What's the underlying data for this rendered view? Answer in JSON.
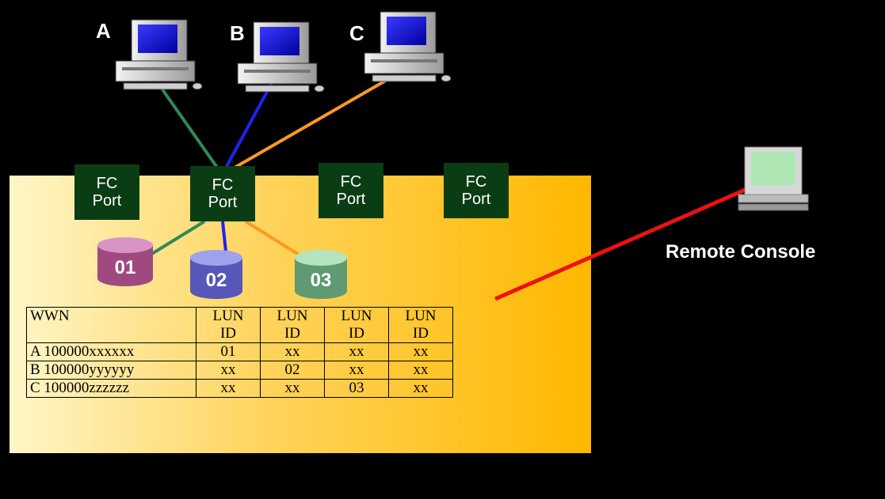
{
  "hosts": [
    {
      "label": "A",
      "color": "#2e8b57"
    },
    {
      "label": "B",
      "color": "#2222ee"
    },
    {
      "label": "C",
      "color": "#ff9922"
    }
  ],
  "fc_port": {
    "line1": "FC",
    "line2": "Port"
  },
  "luns": [
    {
      "label": "01",
      "color": "#a04880"
    },
    {
      "label": "02",
      "color": "#5558b8"
    },
    {
      "label": "03",
      "color": "#5f9a72"
    }
  ],
  "console": {
    "label": "Remote Console",
    "link_color": "#ee1111"
  },
  "table": {
    "headers": [
      "WWN",
      "LUN ID",
      "LUN ID",
      "LUN ID",
      "LUN ID"
    ],
    "header_parts": [
      [
        "WWN",
        ""
      ],
      [
        "LUN",
        "ID"
      ],
      [
        "LUN",
        "ID"
      ],
      [
        "LUN",
        "ID"
      ],
      [
        "LUN",
        "ID"
      ]
    ],
    "rows": [
      [
        "A 100000xxxxxx",
        "01",
        "xx",
        "xx",
        "xx"
      ],
      [
        "B 100000yyyyyy",
        "xx",
        "02",
        "xx",
        "xx"
      ],
      [
        "C 100000zzzzzz",
        "xx",
        "xx",
        "03",
        "xx"
      ]
    ]
  }
}
